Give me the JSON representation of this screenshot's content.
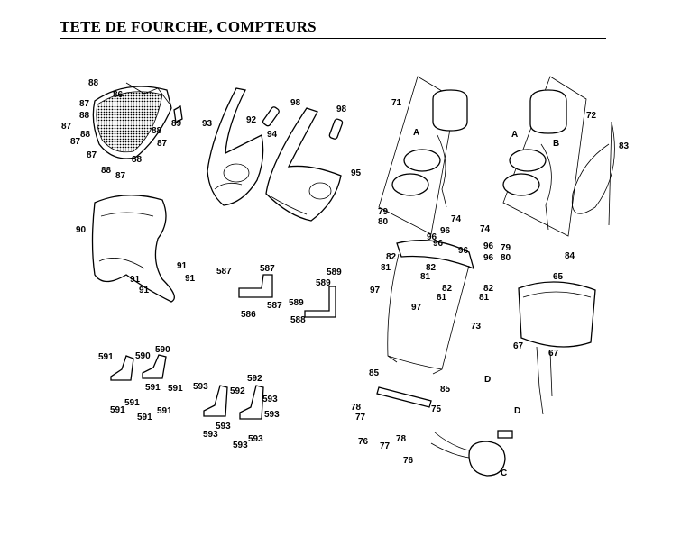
{
  "title": "TETE DE FOURCHE, COMPTEURS",
  "callouts": [
    "86",
    "88",
    "87",
    "89",
    "93",
    "92",
    "98",
    "94",
    "95",
    "90",
    "91",
    "587",
    "586",
    "589",
    "588",
    "591",
    "590",
    "592",
    "593",
    "71",
    "72",
    "83",
    "A",
    "B",
    "74",
    "79",
    "80",
    "96",
    "82",
    "81",
    "97",
    "73",
    "84",
    "65",
    "67",
    "85",
    "78",
    "77",
    "75",
    "76",
    "D",
    "C"
  ]
}
